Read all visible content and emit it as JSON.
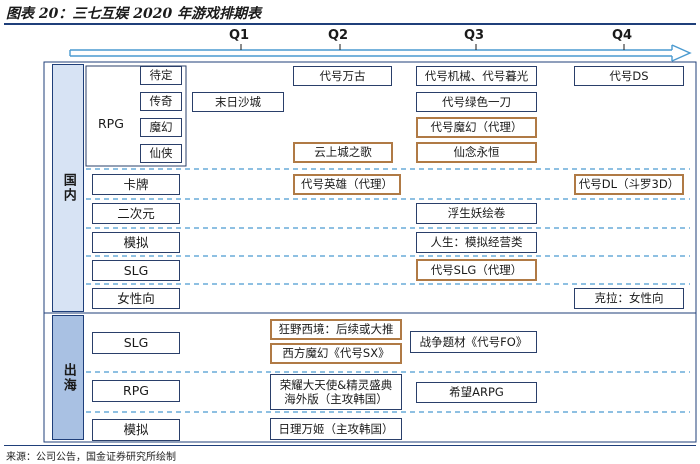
{
  "title": "图表 20：三七互娱 2020 年游戏排期表",
  "footer": "来源：公司公告，国金证券研究所绘制",
  "colors": {
    "rule": "#1f3f7a",
    "domestic_region": "#d7e3f4",
    "overseas_region": "#a9c1e3",
    "licensed_border": "#b07a45",
    "box_border": "#2a3f6a",
    "dashed_line": "#4a9ad0"
  },
  "timeline": {
    "quarters": [
      "Q1",
      "Q2",
      "Q3",
      "Q4"
    ]
  },
  "regions": {
    "domestic": "国内",
    "overseas": "出海"
  },
  "domestic": {
    "rpg": {
      "label": "RPG",
      "subgenres": [
        "待定",
        "传奇",
        "魔幻",
        "仙侠"
      ]
    },
    "categories": [
      "卡牌",
      "二次元",
      "模拟",
      "SLG",
      "女性向"
    ]
  },
  "overseas": {
    "categories": [
      "SLG",
      "RPG",
      "模拟"
    ]
  },
  "games": {
    "wangu": "代号万古",
    "jixie_muguang": "代号机械、代号暮光",
    "ds": "代号DS",
    "mori": "末日沙城",
    "lvse": "代号绿色一刀",
    "mohuan_agency": "代号魔幻（代理）",
    "yunshang": "云上城之歌",
    "xiannian": "仙念永恒",
    "yingxiong": "代号英雄（代理）",
    "dl": "代号DL（斗罗3D）",
    "fusheng": "浮生妖绘卷",
    "rensheng": "人生：模拟经营类",
    "slg_agency": "代号SLG（代理）",
    "kela": "克拉：女性向",
    "kuangye": "狂野西境：后续或大推",
    "xifang": "西方魔幻《代号SX》",
    "zhanzheng": "战争题材《代号FO》",
    "rongyao_line1": "荣耀大天使&精灵盛典",
    "rongyao_line2": "海外版（主攻韩国）",
    "xiwang": "希望ARPG",
    "rili": "日理万姬（主攻韩国）"
  }
}
